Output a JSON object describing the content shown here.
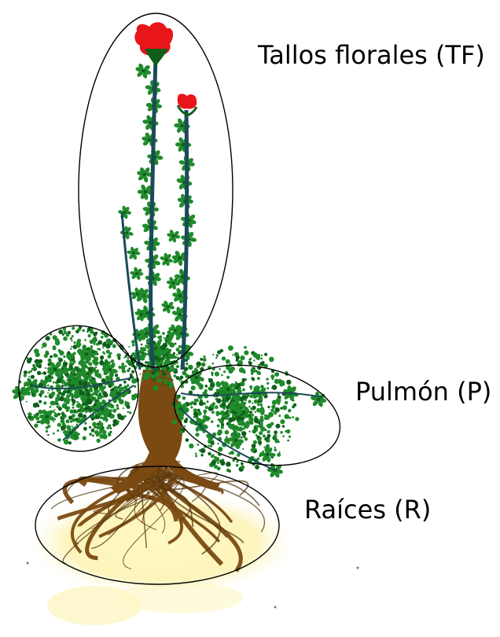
{
  "labels": {
    "flower_stalks": "Tallos florales (TF)",
    "lung": "Pulmón (P)",
    "roots": "Raíces (R)"
  },
  "colors": {
    "leaf": "#1f8a2a",
    "leaf_dark": "#0f5f1a",
    "stem": "#1b4a5a",
    "flower": "#e8151b",
    "root": "#7a4a12",
    "root_fine": "#5a3a10",
    "soil": "#fbf3b0",
    "outline": "#000000"
  },
  "icons": {
    "plant": "plant-illustration",
    "flower": "red-flower"
  }
}
